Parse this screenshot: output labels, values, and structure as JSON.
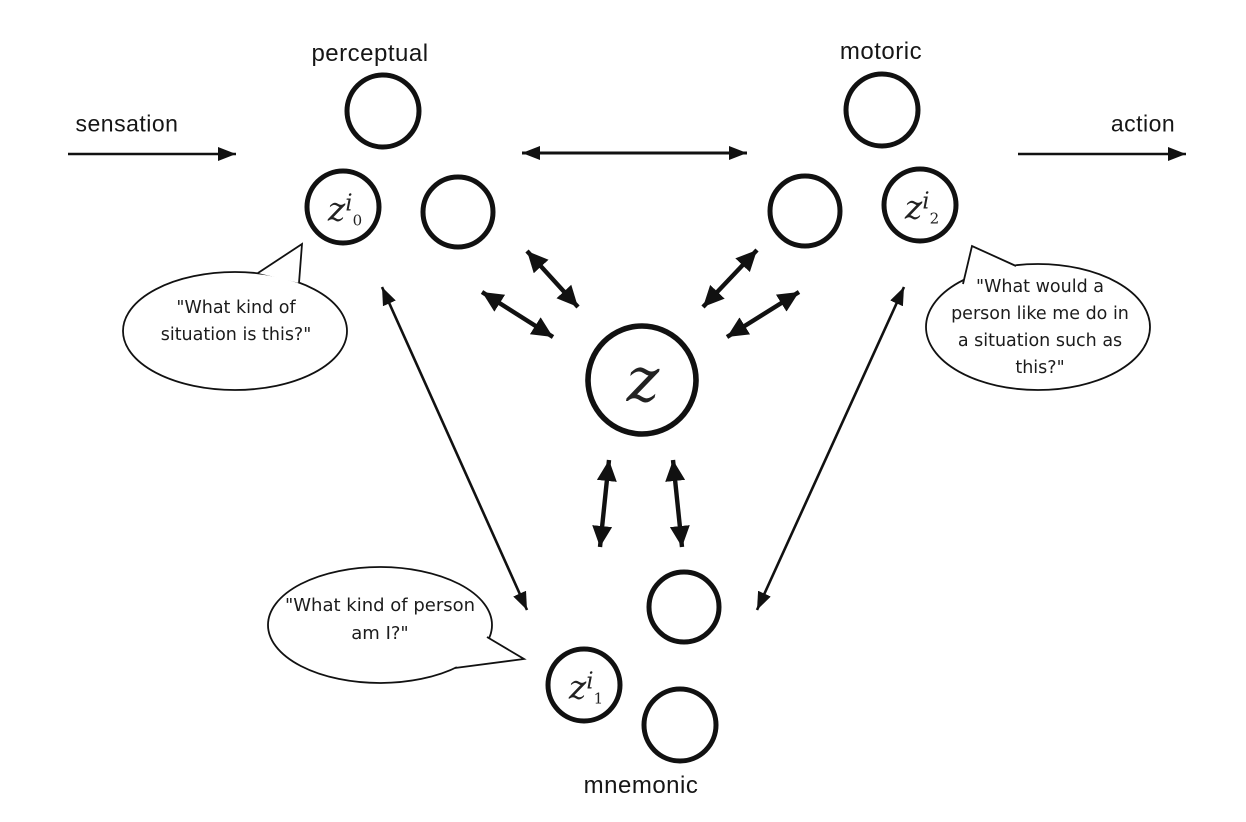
{
  "title": "latent variable diagram",
  "colors": {
    "ink": "#111111",
    "background": "#ffffff"
  },
  "labels": {
    "perceptual": "perceptual",
    "motoric": "motoric",
    "mnemonic": "mnemonic",
    "sensation": "sensation",
    "action": "action"
  },
  "nodes": {
    "center": {
      "label": "z"
    },
    "perceptual_latent": {
      "base": "z",
      "sup": "i",
      "sub": "0"
    },
    "mnemonic_latent": {
      "base": "z",
      "sup": "i",
      "sub": "1"
    },
    "motoric_latent": {
      "base": "z",
      "sup": "i",
      "sub": "2"
    }
  },
  "speech_bubbles": {
    "perceptual": {
      "text": "\"What kind of\nsituation is this?\""
    },
    "motoric": {
      "text": "\"What would a\nperson like me do in\na situation such as\nthis?\""
    },
    "mnemonic": {
      "text": "\"What kind of person\nam I?\""
    }
  }
}
